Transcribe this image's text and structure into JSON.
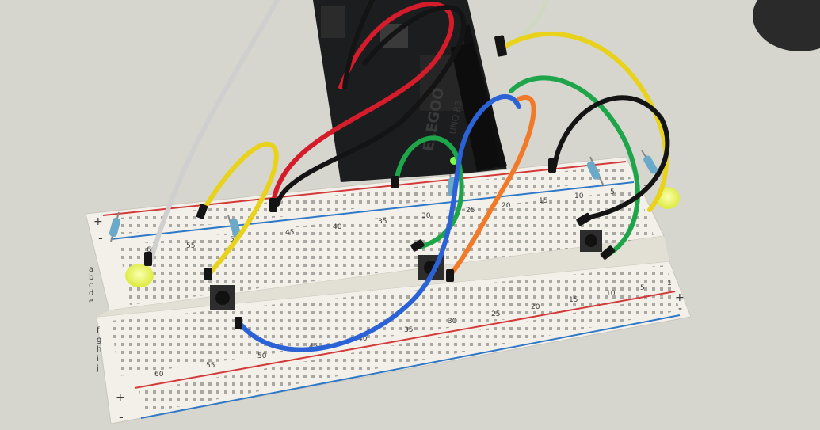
{
  "board": {
    "brand": "ELEGOO",
    "model": "UNO R3"
  },
  "breadboard": {
    "rail_plus": "+",
    "rail_minus": "-",
    "top_rows": [
      "j",
      "i",
      "h",
      "g",
      "f"
    ],
    "bottom_rows": [
      "a",
      "b",
      "c",
      "d",
      "e"
    ],
    "top_numbers": [
      "60",
      "55",
      "50",
      "45",
      "40",
      "35",
      "30",
      "25",
      "20",
      "15",
      "10",
      "5",
      "1"
    ],
    "bottom_numbers": [
      "60",
      "55",
      "50",
      "45",
      "40",
      "35",
      "30",
      "25",
      "20",
      "15",
      "10",
      "5",
      "1"
    ]
  },
  "colors": {
    "cloth": "#d8d8d2",
    "breadboard": "#f3f1ea",
    "rail_red": "#d23a3a",
    "rail_blue": "#2f78c8",
    "arduino": "#1b1d1f",
    "wire_yellow": "#e8d21c",
    "wire_red": "#d41c2a",
    "wire_black": "#141414",
    "wire_green": "#1ea54a",
    "wire_blue": "#2b63d6",
    "wire_orange": "#f07a2a",
    "wire_white": "#cfcfcf",
    "led_yellow": "#e9f24a"
  }
}
